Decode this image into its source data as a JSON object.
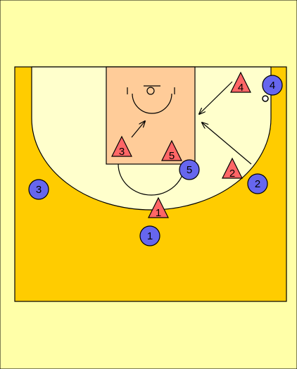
{
  "colors": {
    "page": "#FFFFA8",
    "court_outer": "#FFCC00",
    "inside_arc": "#FFFFCC",
    "paint": "#FFCC99",
    "offense": "#6666EE",
    "defense": "#FF6666",
    "line": "#000000"
  },
  "offense_players": [
    {
      "number": "1",
      "icon": "offense-circle-icon"
    },
    {
      "number": "2",
      "icon": "offense-circle-icon"
    },
    {
      "number": "3",
      "icon": "offense-circle-icon"
    },
    {
      "number": "4",
      "icon": "offense-circle-icon"
    },
    {
      "number": "5",
      "icon": "offense-circle-icon"
    }
  ],
  "defense_players": [
    {
      "number": "1",
      "icon": "defense-triangle-icon"
    },
    {
      "number": "2",
      "icon": "defense-triangle-icon"
    },
    {
      "number": "3",
      "icon": "defense-triangle-icon"
    },
    {
      "number": "4",
      "icon": "defense-triangle-icon"
    },
    {
      "number": "5",
      "icon": "defense-triangle-icon"
    }
  ],
  "ball_icon": "ball-icon",
  "arrow_icon": "movement-arrow-icon"
}
